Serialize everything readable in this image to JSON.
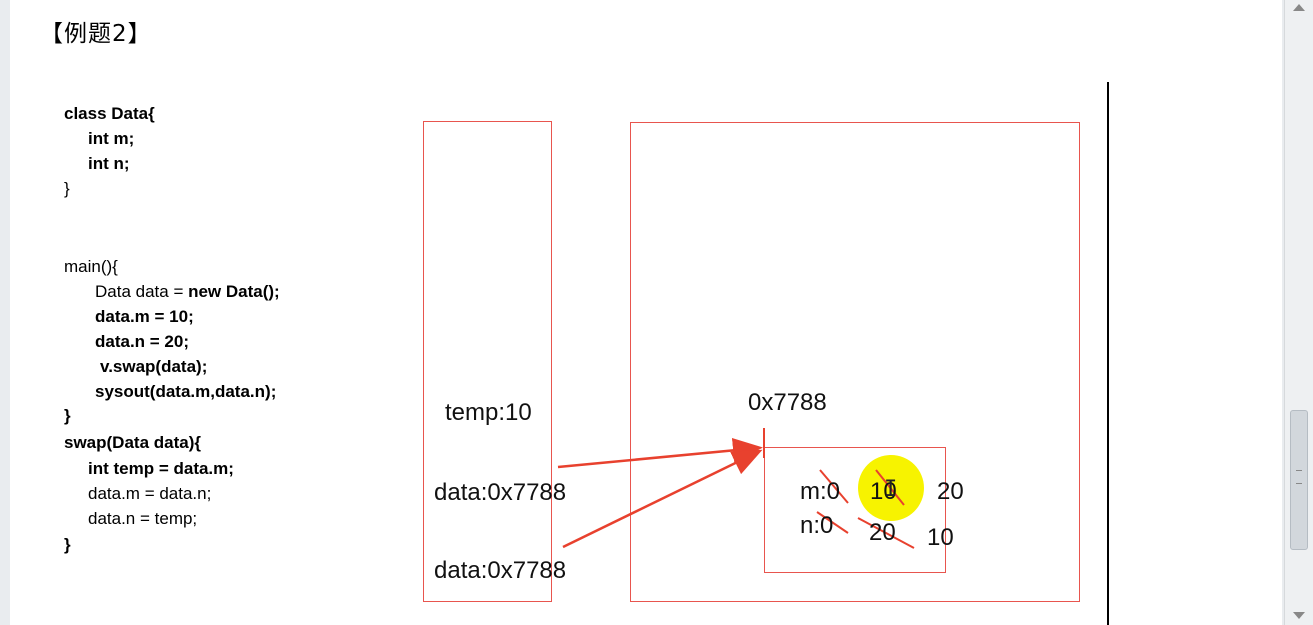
{
  "slide": {
    "title": "【例题2】"
  },
  "code": {
    "class_line": "class Data{",
    "field_m": "int m;",
    "field_n": "int n;",
    "class_close": "}",
    "main_line": "main(){",
    "decl_plain": "Data data = ",
    "decl_bold": "new Data();",
    "assign_m": "data.m = 10;",
    "assign_n": "data.n = 20;",
    "swap_call": "v.swap(data);",
    "print_line": "sysout(data.m,data.n);",
    "main_close": "}",
    "swap_sig": "swap(Data data){",
    "temp_line": "int temp = data.m;",
    "swap_1": "data.m = data.n;",
    "swap_2": "data.n = temp;",
    "swap_close": "}"
  },
  "diagram": {
    "stack": {
      "temp": "temp:10",
      "data_swap": "data:0x7788",
      "data_main": "data:0x7788"
    },
    "heap": {
      "address": "0x7788",
      "m_label": "m:0",
      "m_value_1": "10",
      "m_value_2": "20",
      "n_label": "n:0",
      "n_value_1": "20",
      "n_value_2": "10"
    },
    "colors": {
      "box": "#e8554e",
      "arrow": "#e8412e",
      "highlight": "#f7f300"
    }
  },
  "icons": {
    "cursor": "text-cursor-icon"
  }
}
